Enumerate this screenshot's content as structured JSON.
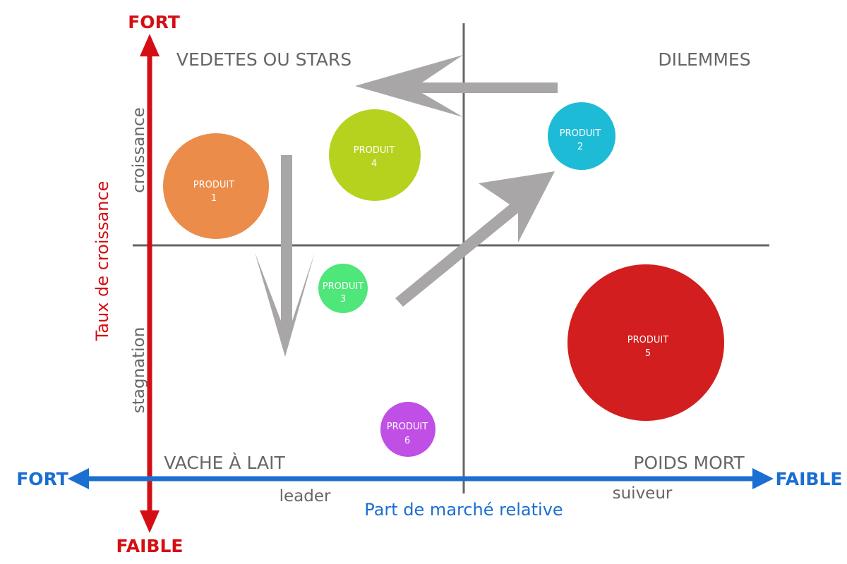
{
  "axes": {
    "vertical": {
      "title": "Taux de croissance",
      "top_label": "FORT",
      "bottom_label": "FAIBLE",
      "upper_label": "croissance",
      "lower_label": "stagnation",
      "color": "#d40f14"
    },
    "horizontal": {
      "title": "Part de marché relative",
      "left_label": "FORT",
      "right_label": "FAIBLE",
      "left_sub_label": "leader",
      "right_sub_label": "suiveur",
      "color": "#1a6fd1"
    }
  },
  "quadrants": {
    "top_left": "VEDETES OU STARS",
    "top_right": "DILEMMES",
    "bottom_left": "VACHE À LAIT",
    "bottom_right": "POIDS MORT"
  },
  "products": [
    {
      "name": "PRODUIT",
      "number": "1",
      "color": "#eb8c4b"
    },
    {
      "name": "PRODUIT",
      "number": "2",
      "color": "#1ebbd7"
    },
    {
      "name": "PRODUIT",
      "number": "3",
      "color": "#4fe67a"
    },
    {
      "name": "PRODUIT",
      "number": "4",
      "color": "#b6d21e"
    },
    {
      "name": "PRODUIT",
      "number": "5",
      "color": "#d21e1e"
    },
    {
      "name": "PRODUIT",
      "number": "6",
      "color": "#c04fe6"
    }
  ],
  "colors": {
    "text_gray": "#666666",
    "divider": "#666666",
    "arrow_gray": "#a8a6a6"
  }
}
